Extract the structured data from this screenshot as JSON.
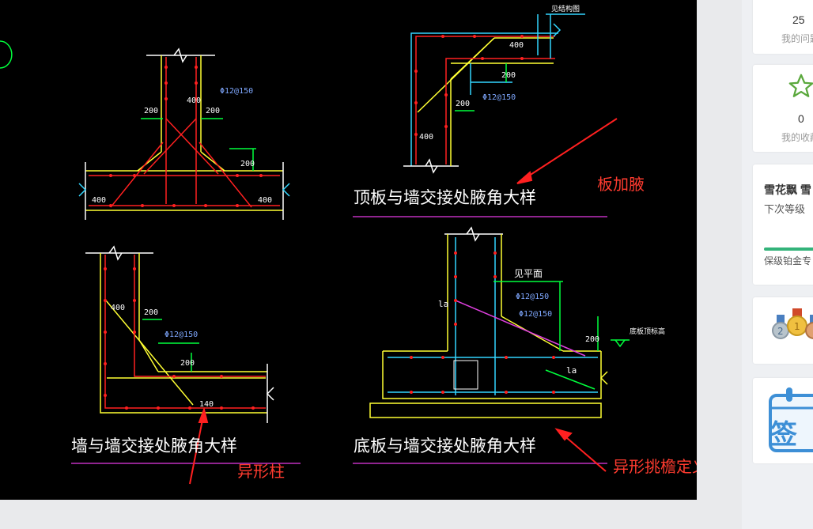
{
  "cad": {
    "titles": {
      "top_slab": "顶板与墙交接处腋角大样",
      "wall_wall": "墙与墙交接处腋角大样",
      "bottom_slab": "底板与墙交接处腋角大样"
    },
    "dimensions": {
      "d200": "200",
      "d400": "400",
      "d140": "140",
      "rebar": "Φ12@150",
      "la": "la",
      "see_plan": "见平面",
      "see_structure": "见结构图",
      "bottom_elev": "底板顶标高"
    },
    "annotations": {
      "slab_haunch": "板加腋",
      "irregular_column": "异形柱",
      "irregular_eave": "异形挑檐定义"
    }
  },
  "sidebar": {
    "my_questions": {
      "count": "25",
      "label": "我的问题"
    },
    "my_favorites": {
      "count": "0",
      "label": "我的收藏"
    },
    "user": {
      "name": "雪花飘 雪",
      "next_level": "下次等级",
      "keep_level": "保级铂金专"
    },
    "signin_label": "签"
  },
  "colors": {
    "cad_background": "#000000",
    "rebar_red": "#ff2020",
    "outline_white": "#ffffff",
    "dim_green": "#00ff3c",
    "aux_yellow": "#ffff33",
    "aux_cyan": "#33d6ff",
    "title_underline": "#c030c0",
    "annotation_red": "#ff3b2f",
    "progress_green": "#33b37a"
  }
}
